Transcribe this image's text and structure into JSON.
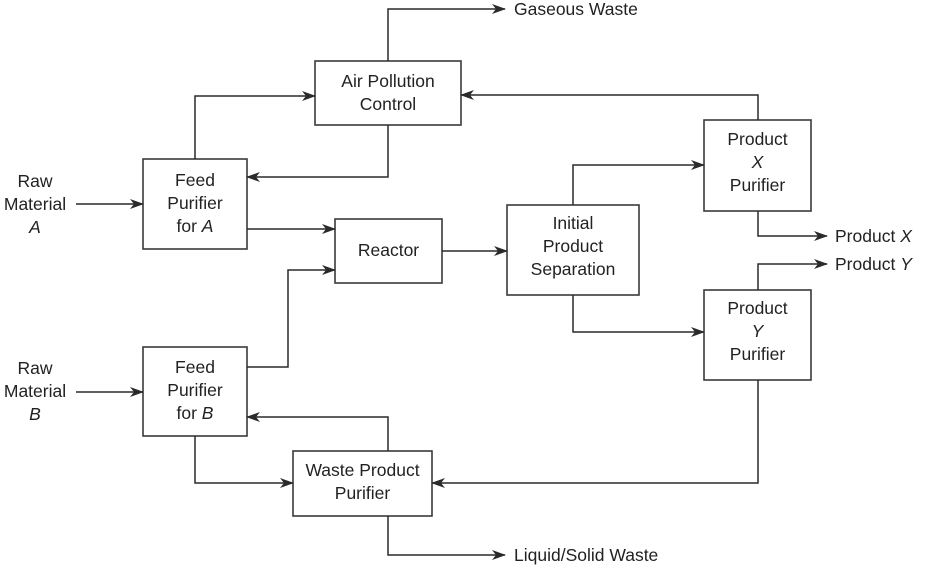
{
  "diagram": {
    "boxes": {
      "air_pollution": {
        "line1": "Air Pollution",
        "line2": "Control"
      },
      "feed_a": {
        "line1": "Feed",
        "line2": "Purifier",
        "line3_pre": "for ",
        "line3_var": "A"
      },
      "feed_b": {
        "line1": "Feed",
        "line2": "Purifier",
        "line3_pre": "for ",
        "line3_var": "B"
      },
      "reactor": {
        "line1": "Reactor"
      },
      "separation": {
        "line1": "Initial",
        "line2": "Product",
        "line3": "Separation"
      },
      "product_x": {
        "line1": "Product",
        "line2": "X",
        "line3": "Purifier"
      },
      "product_y": {
        "line1": "Product",
        "line2": "Y",
        "line3": "Purifier"
      },
      "waste": {
        "line1": "Waste Product",
        "line2": "Purifier"
      }
    },
    "inputs": {
      "raw_a": {
        "line1": "Raw",
        "line2": "Material",
        "line3": "A"
      },
      "raw_b": {
        "line1": "Raw",
        "line2": "Material",
        "line3": "B"
      }
    },
    "outputs": {
      "gaseous": "Gaseous Waste",
      "product_x_pre": "Product ",
      "product_x_var": "X",
      "product_y_pre": "Product ",
      "product_y_var": "Y",
      "liquid_solid": "Liquid/Solid Waste"
    }
  }
}
